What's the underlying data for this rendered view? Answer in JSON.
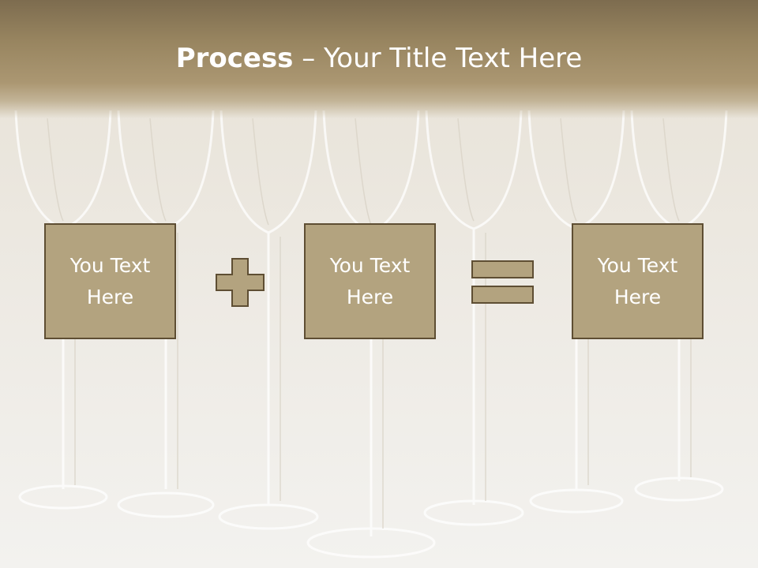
{
  "slide": {
    "title_bold": "Process",
    "title_rest": " – Your Title Text Here",
    "colors": {
      "header": "#9a8762",
      "box_fill": "#b3a37f",
      "box_border": "#5e4e33",
      "text": "#ffffff"
    }
  },
  "process": {
    "step_1": {
      "line1": "You Text",
      "line2": "Here"
    },
    "step_2": {
      "line1": "You Text",
      "line2": "Here"
    },
    "result": {
      "line1": "You Text",
      "line2": "Here"
    },
    "operator_1": "plus-icon",
    "operator_2": "equals-icon"
  }
}
